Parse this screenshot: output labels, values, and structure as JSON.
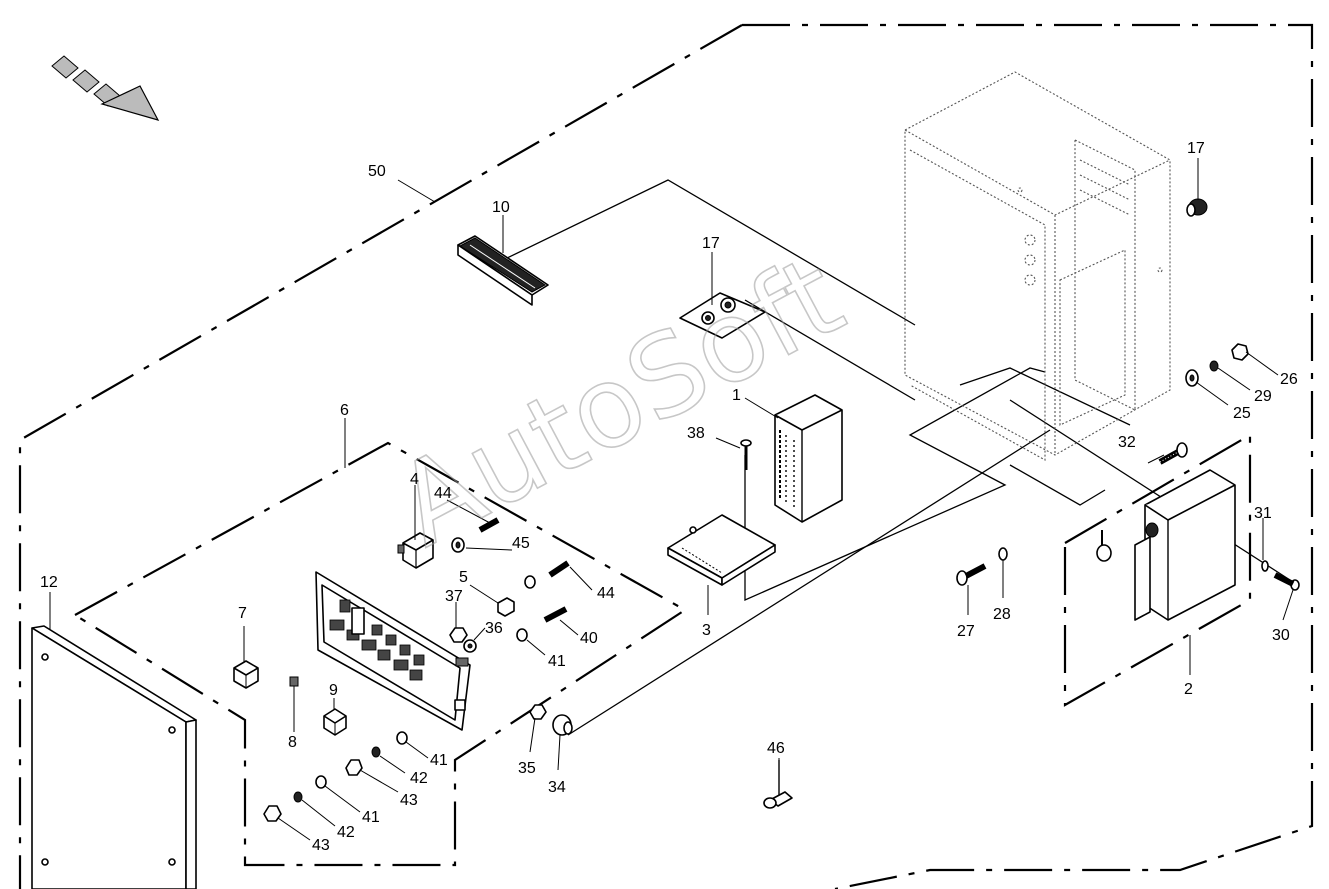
{
  "watermark": {
    "text": "AutoSoft"
  },
  "callouts": [
    {
      "id": "c50",
      "text": "50"
    },
    {
      "id": "c10",
      "text": "10"
    },
    {
      "id": "c17a",
      "text": "17"
    },
    {
      "id": "c17b",
      "text": "17"
    },
    {
      "id": "c26",
      "text": "26"
    },
    {
      "id": "c29",
      "text": "29"
    },
    {
      "id": "c25",
      "text": "25"
    },
    {
      "id": "c1",
      "text": "1"
    },
    {
      "id": "c38",
      "text": "38"
    },
    {
      "id": "c32",
      "text": "32"
    },
    {
      "id": "c31",
      "text": "31"
    },
    {
      "id": "c30",
      "text": "30"
    },
    {
      "id": "c2",
      "text": "2"
    },
    {
      "id": "c27",
      "text": "27"
    },
    {
      "id": "c28",
      "text": "28"
    },
    {
      "id": "c3",
      "text": "3"
    },
    {
      "id": "c6",
      "text": "6"
    },
    {
      "id": "c4",
      "text": "4"
    },
    {
      "id": "c44a",
      "text": "44"
    },
    {
      "id": "c45",
      "text": "45"
    },
    {
      "id": "c5",
      "text": "5"
    },
    {
      "id": "c44b",
      "text": "44"
    },
    {
      "id": "c37",
      "text": "37"
    },
    {
      "id": "c36",
      "text": "36"
    },
    {
      "id": "c40",
      "text": "40"
    },
    {
      "id": "c41a",
      "text": "41"
    },
    {
      "id": "c7",
      "text": "7"
    },
    {
      "id": "c8",
      "text": "8"
    },
    {
      "id": "c9",
      "text": "9"
    },
    {
      "id": "c35",
      "text": "35"
    },
    {
      "id": "c34",
      "text": "34"
    },
    {
      "id": "c41b",
      "text": "41"
    },
    {
      "id": "c42a",
      "text": "42"
    },
    {
      "id": "c43a",
      "text": "43"
    },
    {
      "id": "c41c",
      "text": "41"
    },
    {
      "id": "c42b",
      "text": "42"
    },
    {
      "id": "c43b",
      "text": "43"
    },
    {
      "id": "c12",
      "text": "12"
    },
    {
      "id": "c46",
      "text": "46"
    }
  ]
}
